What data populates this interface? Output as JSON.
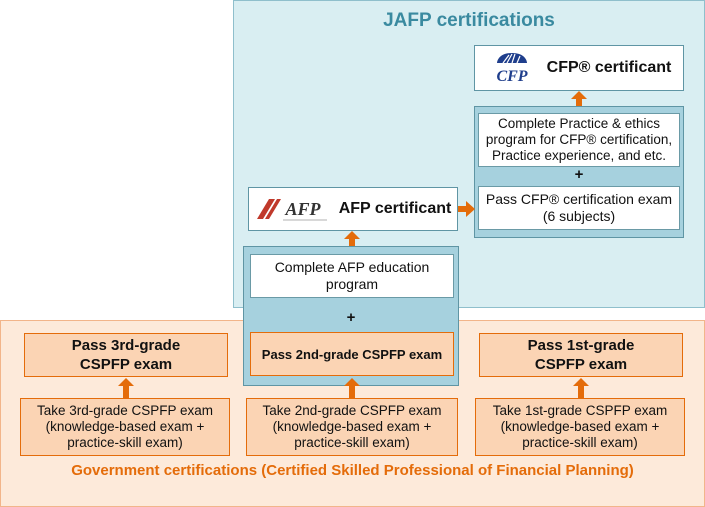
{
  "jafp": {
    "title": "JAFP certifications",
    "cfp_certificate": "CFP® certificant",
    "cfp_logo_text": "CFP",
    "practice_box": "Complete Practice & ethics program for CFP® certification, Practice experience, and etc.",
    "plus1": "+",
    "cfp_exam_box": "Pass CFP® certification exam (6 subjects)",
    "afp_certificate": "AFP certificant",
    "afp_logo_text": "AFP",
    "afp_education": "Complete AFP education program",
    "plus2": "+",
    "pass_2nd": "Pass 2nd-grade CSPFP exam"
  },
  "gov": {
    "title": "Government certifications (Certified Skilled Professional of Financial Planning)",
    "pass_3rd": "Pass 3rd-grade CSPFP exam",
    "pass_1st": "Pass 1st-grade CSPFP exam",
    "take_3rd": "Take 3rd-grade CSPFP exam (knowledge-based exam + practice-skill exam)",
    "take_2nd": "Take 2nd-grade CSPFP exam (knowledge-based exam + practice-skill exam)",
    "take_1st": "Take 1st-grade CSPFP exam (knowledge-based exam + practice-skill exam)"
  },
  "colors": {
    "jafp_bg": "#d9eef2",
    "jafp_title": "#3a8aa0",
    "gov_bg": "#fdeada",
    "gov_title": "#e46c0a",
    "arrow": "#e46c0a"
  }
}
